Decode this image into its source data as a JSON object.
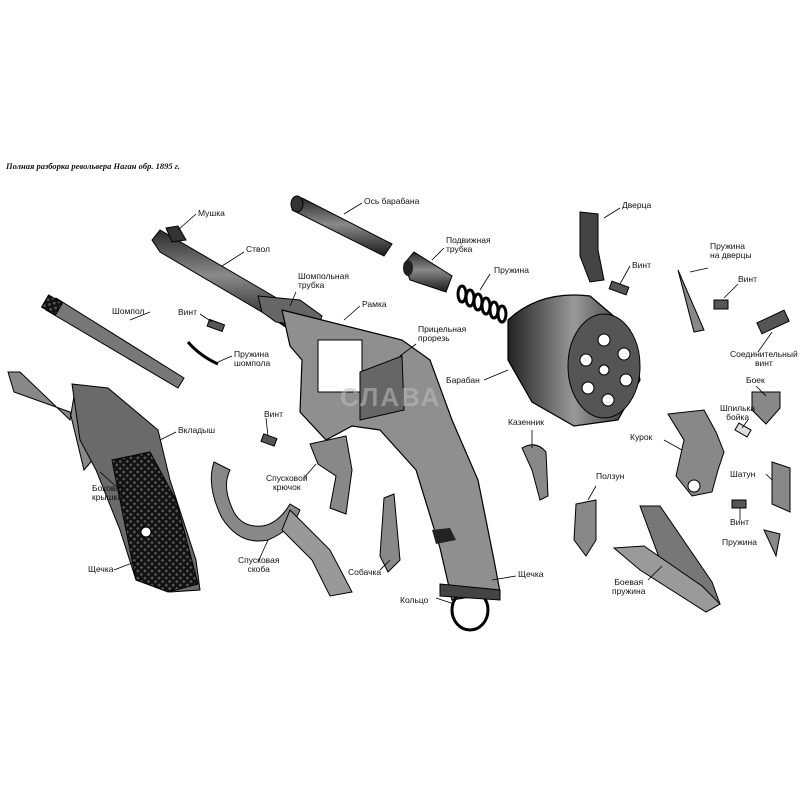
{
  "title": "Полная разборка револьвера Наган обр. 1895 г.",
  "watermark": {
    "text": "СЛАВА"
  },
  "labels": {
    "mushka": "Мушка",
    "stvol": "Ствол",
    "os_barabana": "Ось барабана",
    "podvizhnaya_trubka_1": "Подвижная",
    "podvizhnaya_trubka_2": "трубка",
    "pruzhina_top": "Пружина",
    "shompolnaya_trubka_1": "Шомпольная",
    "shompolnaya_trubka_2": "трубка",
    "ramka": "Рамка",
    "shompol": "Шомпол",
    "vint_1": "Винт",
    "pruzhina_shompola_1": "Пружина",
    "pruzhina_shompola_2": "шомпола",
    "pricelnaya_prorez_1": "Прицельная",
    "pricelnaya_prorez_2": "прорезь",
    "baraban": "Барабан",
    "dverca": "Дверца",
    "vint_2": "Винт",
    "pruzhina_dvercy_1": "Пружина",
    "pruzhina_dvercy_2": "на дверцы",
    "vint_3": "Винт",
    "soedinitelny_vint_1": "Соединительный",
    "soedinitelny_vint_2": "винт",
    "boek": "Боек",
    "shpilka_boyka_1": "Шпилька",
    "shpilka_boyka_2": "бойка",
    "vkladysh": "Вкладыш",
    "vint_4": "Винт",
    "spuskovoy_kryuchok_1": "Спусковой",
    "spuskovoy_kryuchok_2": "крючок",
    "kazennik": "Казенник",
    "kurok": "Курок",
    "bokovaya_kryshka_1": "Боковая",
    "bokovaya_kryshka_2": "крышка",
    "polzun": "Ползун",
    "shatun": "Шатун",
    "vint_5": "Винт",
    "pruzhina_right": "Пружина",
    "schechka_left": "Щечка",
    "spuskovaya_skoba_1": "Спусковая",
    "spuskovaya_skoba_2": "скоба",
    "sobachka": "Собачка",
    "schechka_right": "Щечка",
    "kolco": "Кольцо",
    "boevaya_pruzhina_1": "Боевая",
    "boevaya_pruzhina_2": "пружина"
  }
}
